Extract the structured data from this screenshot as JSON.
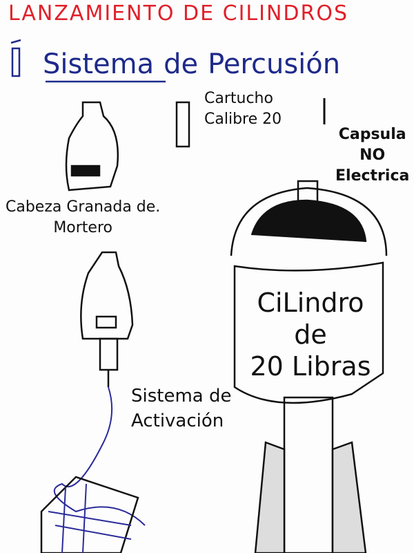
{
  "title": "LANZAMIENTO DE CILINDROS",
  "subtitle": {
    "part1": "Sistema",
    "part2": "de",
    "part3": "Percusión"
  },
  "labels": {
    "cartridge_line1": "Cartucho",
    "cartridge_line2": "Calibre 20",
    "capsule_line1": "Capsula",
    "capsule_line2": "NO",
    "capsule_line3": "Electrica",
    "mortar_line1": "Cabeza Granada de.",
    "mortar_line2": "Mortero",
    "activation_line1": "Sistema de",
    "activation_line2": "Activación",
    "cylinder_line1": "CiLindro",
    "cylinder_line2": "de",
    "cylinder_line3": "20 Libras"
  },
  "colors": {
    "title": "#e0202a",
    "subtitle": "#1e2a8a",
    "wire": "#2a2a9a",
    "ink": "#111111"
  }
}
